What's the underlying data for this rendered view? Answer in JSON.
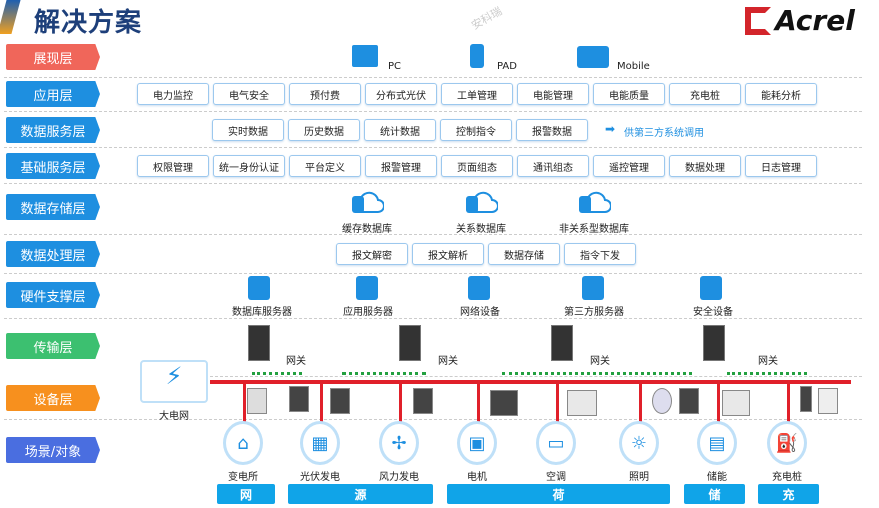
{
  "header": {
    "title": "解决方案",
    "logo": "Acrel",
    "watermark": "安科瑞"
  },
  "layers": [
    "展现层",
    "应用层",
    "数据服务层",
    "基础服务层",
    "数据存储层",
    "数据处理层",
    "硬件支撑层",
    "传输层",
    "设备层",
    "场景/对象"
  ],
  "presentation": [
    "PC",
    "PAD",
    "Mobile"
  ],
  "application": [
    "电力监控",
    "电气安全",
    "预付费",
    "分布式光伏",
    "工单管理",
    "电能管理",
    "电能质量",
    "充电桩",
    "能耗分析"
  ],
  "data_service": {
    "items": [
      "实时数据",
      "历史数据",
      "统计数据",
      "控制指令",
      "报警数据"
    ],
    "note": "供第三方系统调用"
  },
  "base_service": [
    "权限管理",
    "统一身份认证",
    "平台定义",
    "报警管理",
    "页面组态",
    "通讯组态",
    "遥控管理",
    "数据处理",
    "日志管理"
  ],
  "storage": [
    "缓存数据库",
    "关系数据库",
    "非关系型数据库"
  ],
  "processing": [
    "报文解密",
    "报文解析",
    "数据存储",
    "指令下发"
  ],
  "hardware": [
    "数据库服务器",
    "应用服务器",
    "网络设备",
    "第三方服务器",
    "安全设备"
  ],
  "gateway_label": "网关",
  "grid_label": "大电网",
  "scenes": [
    "变电所",
    "光伏发电",
    "风力发电",
    "电机",
    "空调",
    "照明",
    "储能",
    "充电桩"
  ],
  "categories": [
    "网",
    "源",
    "荷",
    "储",
    "充"
  ],
  "colors": {
    "red_layer": "#f0665a",
    "blue_layer": "#1e8fe0",
    "green_layer": "#3cc070",
    "orange_layer": "#f7901e",
    "indigo_layer": "#4a6ee0",
    "bus": "#e0202a"
  }
}
